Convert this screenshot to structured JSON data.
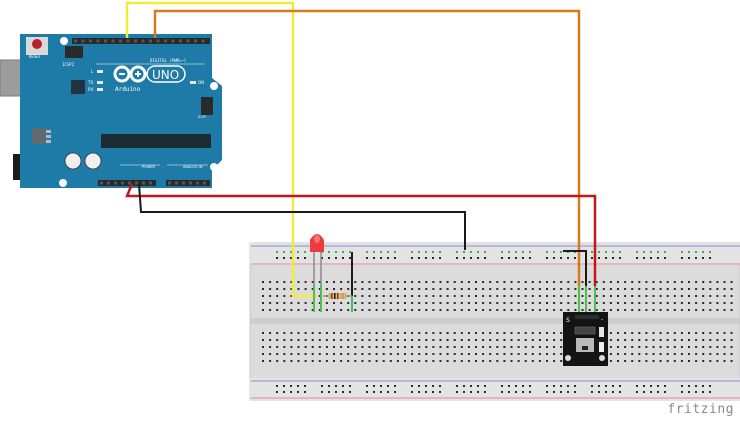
{
  "diagram": {
    "tool_watermark": "fritzing",
    "arduino": {
      "brand_label": "Arduino",
      "model_label": "UNO",
      "reset_label": "RESET",
      "icsp2_label": "ICSP2",
      "icsp_label": "ICSP",
      "digital_label": "DIGITAL (PWM=~)",
      "power_label": "POWER",
      "analog_label": "ANALOG IN",
      "led_labels": [
        "L",
        "TX",
        "RX",
        "ON"
      ],
      "board_color": "#1e7aa6"
    },
    "module": {
      "pin_label": "S",
      "minus_label": "-"
    },
    "wires": [
      {
        "name": "yellow-wire",
        "color": "#f2ea3c",
        "from": "Arduino digital pin 10",
        "to": "Breadboard / resistor row"
      },
      {
        "name": "orange-wire",
        "color": "#d9781e",
        "from": "Arduino digital pin 7",
        "to": "Module signal pin S"
      },
      {
        "name": "red-wire",
        "color": "#c0161c",
        "from": "Arduino 5V",
        "to": "Module VCC pin"
      },
      {
        "name": "black-wire",
        "color": "#1a1a1a",
        "from": "Arduino GND",
        "to": "Breadboard ground rail"
      },
      {
        "name": "module-gnd-wire",
        "color": "#1a1a1a",
        "from": "Ground rail",
        "to": "Module GND pin"
      }
    ],
    "components": [
      "Arduino UNO",
      "Red LED",
      "Resistor",
      "Breadboard",
      "Sensor module"
    ]
  }
}
